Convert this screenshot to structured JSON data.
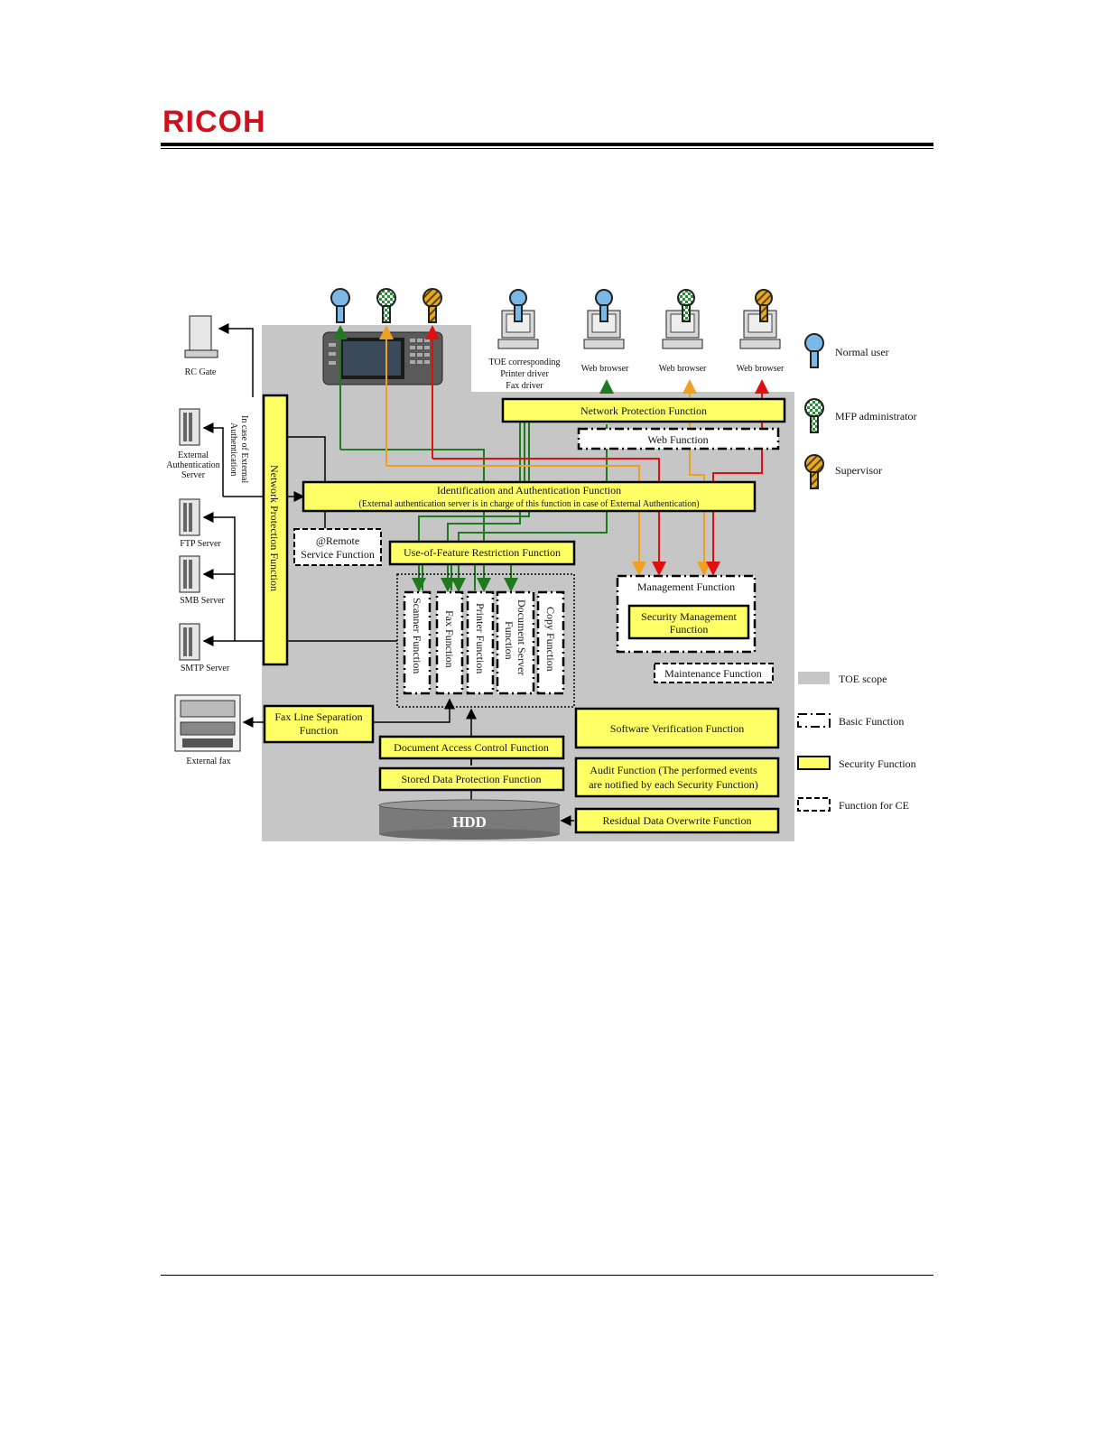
{
  "header": {
    "logo": "RICOH"
  },
  "diagram": {
    "users": {
      "tcp_driver": [
        "TOE corresponding",
        "Printer driver",
        "Fax driver"
      ],
      "web_browser": "Web browser"
    },
    "external": {
      "rc_gate": "RC Gate",
      "ext_auth": [
        "External",
        "Authentication",
        "Server"
      ],
      "ext_auth_note": [
        "In case of External",
        "Authentication"
      ],
      "ftp": "FTP Server",
      "smb": "SMB Server",
      "smtp": "SMTP Server",
      "fax": "External fax"
    },
    "functions": {
      "network_protection_top": "Network Protection Function",
      "web_function": "Web Function",
      "network_protection_left": "Network Protection Function",
      "identification": [
        "Identification and Authentication Function",
        "(External authentication server is in charge of this function in case of External Authentication)"
      ],
      "remote": [
        "@Remote",
        "Service Function"
      ],
      "use_of_feature": "Use-of-Feature Restriction Function",
      "scanner": "Scanner Function",
      "fax": "Fax Function",
      "printer": "Printer Function",
      "doc_server": [
        "Document Server",
        "Function"
      ],
      "copy": "Copy Function",
      "management": "Management Function",
      "security_management": [
        "Security Management",
        "Function"
      ],
      "maintenance": "Maintenance Function",
      "fax_line": [
        "Fax Line Separation",
        "Function"
      ],
      "doc_access": "Document Access Control Function",
      "stored_data": "Stored Data Protection Function",
      "hdd": "HDD",
      "software_verification": "Software Verification Function",
      "audit": [
        "Audit Function (The performed events",
        "are notified by each Security Function)"
      ],
      "residual": "Residual Data Overwrite Function"
    },
    "legend": {
      "normal_user": "Normal user",
      "mfp_admin": "MFP administrator",
      "supervisor": "Supervisor",
      "toe_scope": "TOE scope",
      "basic_function": "Basic Function",
      "security_function": "Security Function",
      "ce_function": "Function for CE"
    },
    "colors": {
      "toe_scope": "#c6c6c6",
      "security_fill": "#ffff66",
      "normal_user": "#7ab8e8",
      "admin_green": "#2e8b3a",
      "supervisor": "#e8a820",
      "arrow_green": "#1f7a1f",
      "arrow_orange": "#f0a020",
      "arrow_red": "#e01010",
      "logo": "#d0101c"
    }
  }
}
